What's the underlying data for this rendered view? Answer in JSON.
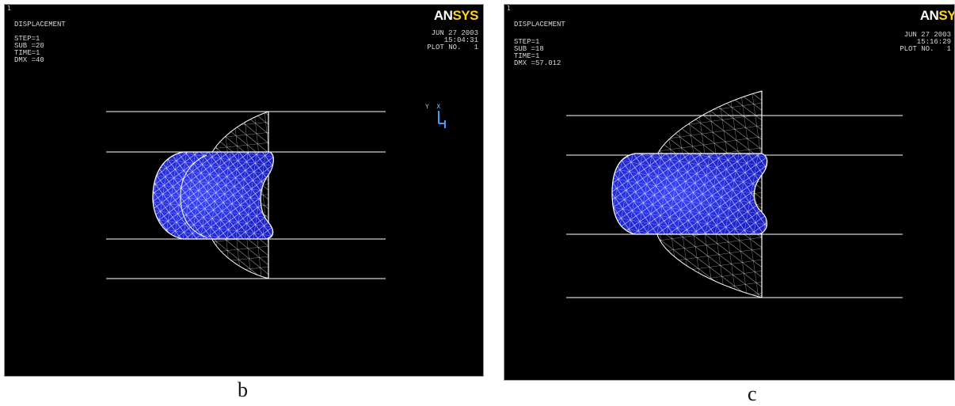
{
  "panel_b": {
    "index": "1",
    "title": "DISPLACEMENT",
    "lines": [
      "STEP=1",
      "SUB =20",
      "TIME=1",
      "DMX =40"
    ],
    "date": "JUN 27 2003",
    "time": "15:04:31",
    "plot_no": "PLOT NO.   1",
    "brand_an": "AN",
    "brand_sys": "SYS",
    "triad": "Y  X",
    "caption": "b"
  },
  "panel_c": {
    "index": "1",
    "title": "DISPLACEMENT",
    "lines": [
      "STEP=1",
      "SUB =18",
      "TIME=1",
      "DMX =57.012"
    ],
    "date": "JUN 27 2003",
    "time": "15:16:29",
    "plot_no": "PLOT NO.   1",
    "brand_an": "AN",
    "brand_sys": "SY",
    "caption": "c"
  },
  "colors": {
    "background": "#000000",
    "mesh": "#ffffff",
    "deformed_fill": "#2a35e6",
    "brand_accent": "#ffd21f",
    "triad": "#3aa0ff"
  }
}
